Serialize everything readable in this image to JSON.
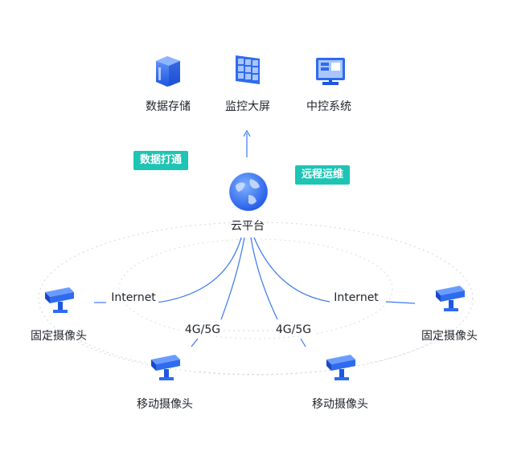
{
  "top": {
    "storage": {
      "label": "数据存储",
      "icon": "server-icon"
    },
    "videowall": {
      "label": "监控大屏",
      "icon": "video-wall-icon"
    },
    "control": {
      "label": "中控系统",
      "icon": "monitor-icon"
    }
  },
  "badges": {
    "data_link": "数据打通",
    "remote_ops": "远程运维"
  },
  "cloud": {
    "label": "云平台",
    "icon": "globe-icon"
  },
  "links": {
    "internet_left": "Internet",
    "internet_right": "Internet",
    "cell_left": "4G/5G",
    "cell_right": "4G/5G"
  },
  "devices": {
    "fixed_left": {
      "label": "固定摄像头",
      "icon": "fixed-camera-icon"
    },
    "fixed_right": {
      "label": "固定摄像头",
      "icon": "fixed-camera-icon"
    },
    "mobile_left": {
      "label": "移动摄像头",
      "icon": "mobile-camera-icon"
    },
    "mobile_right": {
      "label": "移动摄像头",
      "icon": "mobile-camera-icon"
    }
  },
  "colors": {
    "primary_blue": "#2f6bef",
    "line_blue": "#3a78f0",
    "badge_teal": "#1ec4b4",
    "dotted_ring": "#cfd6e0"
  }
}
